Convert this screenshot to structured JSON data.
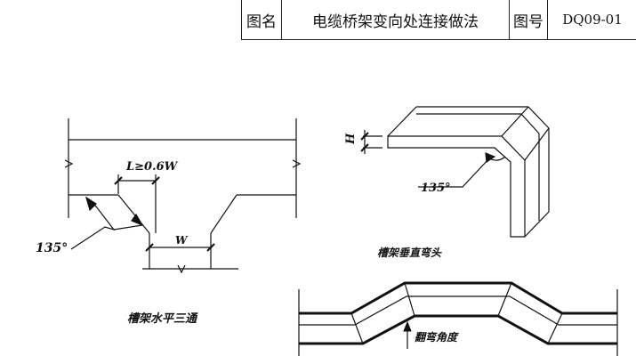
{
  "title_block": {
    "name_label": "图名",
    "name_value": "电缆桥架变向处连接做法",
    "number_label": "图号",
    "number_value": "DQ09-01"
  },
  "tee": {
    "caption": "槽架水平三通",
    "dim_length": "L≥0.6W",
    "dim_width": "W",
    "angle": "135°"
  },
  "vertical_bend": {
    "caption": "槽架垂直弯头",
    "dim_height": "H",
    "angle": "135°"
  },
  "bend_view": {
    "label": "翻弯角度"
  }
}
